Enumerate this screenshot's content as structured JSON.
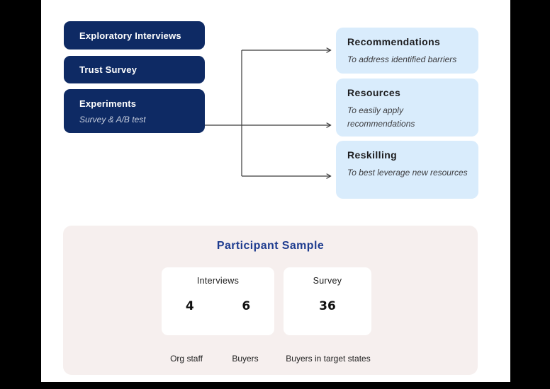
{
  "flow": {
    "inputs": [
      {
        "label": "Exploratory Interviews",
        "subtitle": ""
      },
      {
        "label": "Trust Survey",
        "subtitle": ""
      },
      {
        "label": "Experiments",
        "subtitle": "Survey & A/B test"
      }
    ],
    "outputs": [
      {
        "label": "Recommendations",
        "subtitle": "To address identified barriers"
      },
      {
        "label": "Resources",
        "subtitle": "To easily apply recommendations"
      },
      {
        "label": "Reskilling",
        "subtitle": "To best leverage new resources"
      }
    ]
  },
  "participant_sample": {
    "title": "Participant Sample",
    "cards": [
      {
        "label": "Interviews",
        "values": [
          "4",
          "6"
        ]
      },
      {
        "label": "Survey",
        "values": [
          "36"
        ]
      }
    ],
    "footnotes": [
      "Org staff",
      "Buyers",
      "Buyers in target states"
    ]
  },
  "colors": {
    "navy_box": "#0e2a64",
    "navy_box_subtitle": "#c6cddd",
    "light_blue_box": "#d9ecfc",
    "box_heading_text": "#1d1d1f",
    "panel_background": "#f6efee",
    "panel_title_navy": "#1e3c8f",
    "connector_line": "#3a3a3a",
    "outer_background": "#000000"
  }
}
